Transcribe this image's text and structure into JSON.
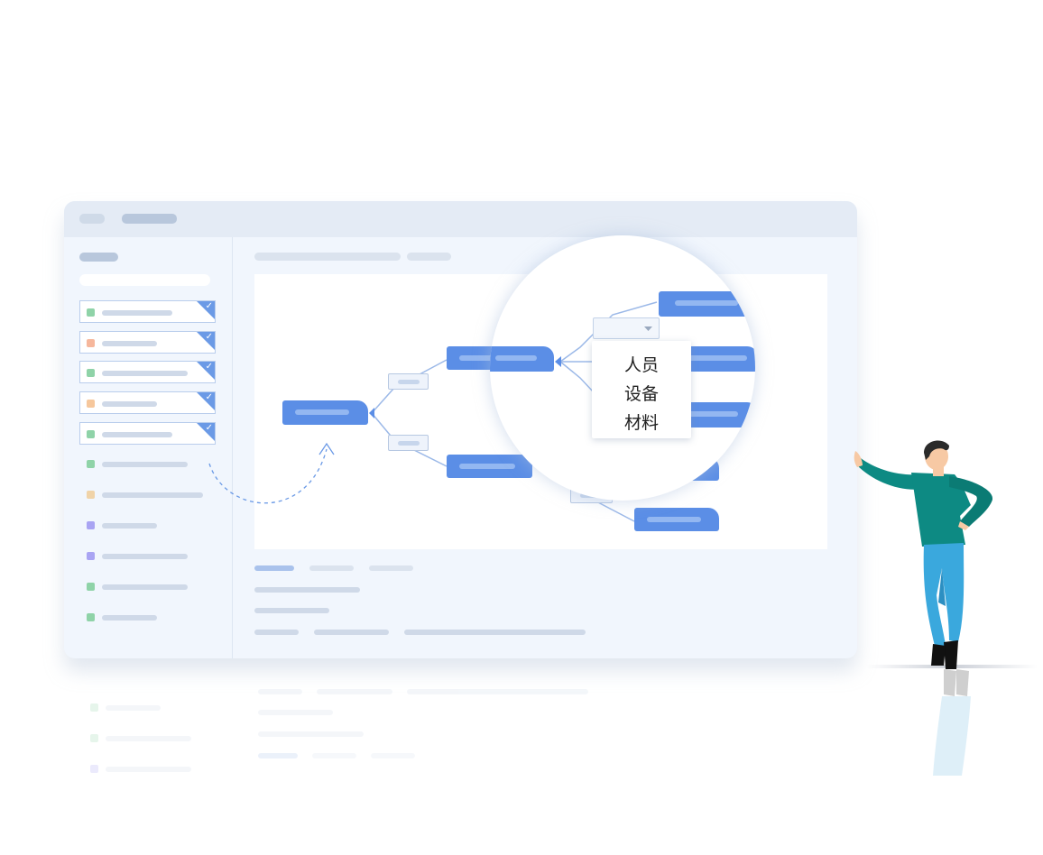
{
  "dropdown": {
    "options": [
      "人员",
      "设备",
      "材料"
    ]
  },
  "colors": {
    "primary": "#5b8ee6",
    "window_bg": "#f1f6fd",
    "titlebar_bg": "#e4ebf5",
    "check_green": "#8fd3a8",
    "orange": "#f6b79c",
    "purple": "#a9a4f3"
  },
  "icons": [
    "checkmark-icon",
    "chevron-down-icon",
    "person-illustration",
    "dashed-arrow-icon"
  ]
}
